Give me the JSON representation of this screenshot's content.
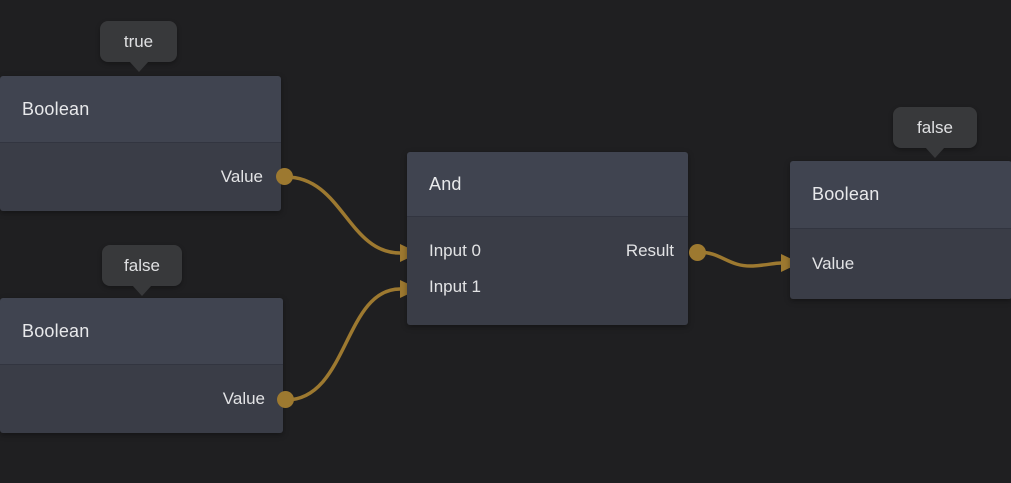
{
  "canvas": {
    "background": "#1f1f21"
  },
  "colors": {
    "node_header": "#404450",
    "node_body": "#3a3d47",
    "tooltip_background": "#38393b",
    "wire": "#9d7930",
    "text": "#e4e5e7"
  },
  "nodes": [
    {
      "id": "boolean-1",
      "title": "Boolean",
      "tooltip_value": "true",
      "ports": [
        {
          "label": "Value",
          "direction": "output"
        }
      ]
    },
    {
      "id": "boolean-2",
      "title": "Boolean",
      "tooltip_value": "false",
      "ports": [
        {
          "label": "Value",
          "direction": "output"
        }
      ]
    },
    {
      "id": "and-1",
      "title": "And",
      "ports": [
        {
          "label": "Input 0",
          "direction": "input"
        },
        {
          "label": "Input 1",
          "direction": "input"
        },
        {
          "label": "Result",
          "direction": "output"
        }
      ]
    },
    {
      "id": "boolean-3",
      "title": "Boolean",
      "tooltip_value": "false",
      "ports": [
        {
          "label": "Value",
          "direction": "input"
        }
      ]
    }
  ],
  "connections": [
    {
      "from_node": "boolean-1",
      "from_port": "Value",
      "to_node": "and-1",
      "to_port": "Input 0"
    },
    {
      "from_node": "boolean-2",
      "from_port": "Value",
      "to_node": "and-1",
      "to_port": "Input 1"
    },
    {
      "from_node": "and-1",
      "from_port": "Result",
      "to_node": "boolean-3",
      "to_port": "Value"
    }
  ]
}
